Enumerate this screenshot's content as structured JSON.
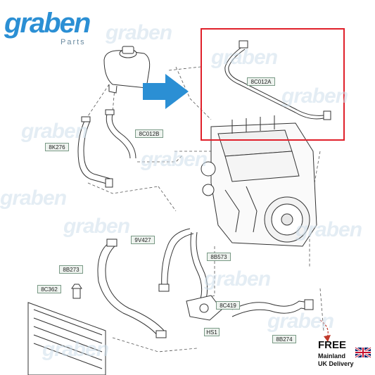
{
  "brand": {
    "word": "graben",
    "sub": "Parts"
  },
  "labels": {
    "part_8c012a": "8C012A",
    "part_8c012b": "8C012B",
    "part_8k276": "8K276",
    "part_9v427": "9V427",
    "part_8b573": "8B573",
    "part_8b273": "8B273",
    "part_8c362": "8C362",
    "part_8c419": "8C419",
    "part_hs1": "HS1",
    "part_8b274": "8B274"
  },
  "promo": {
    "title": "FREE",
    "line1": "Mainland",
    "line2": "UK Delivery"
  },
  "colors": {
    "highlight_box": "#e0202a",
    "arrow": "#2b8fd4",
    "brand": "#2b8fd4",
    "label_border": "#7a9a86"
  }
}
